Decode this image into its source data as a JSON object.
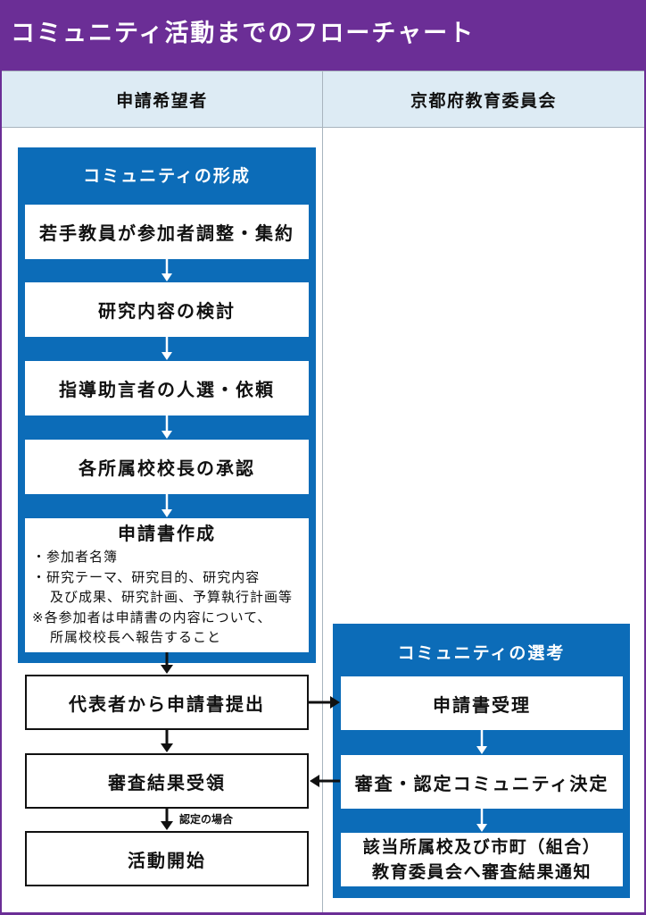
{
  "header": {
    "title": "コミュニティ活動までのフローチャート"
  },
  "columns": {
    "left": "申請希望者",
    "right": "京都府教育委員会"
  },
  "formation": {
    "title": "コミュニティの形成",
    "steps": [
      "若手教員が参加者調整・集約",
      "研究内容の検討",
      "指導助言者の人選・依頼",
      "各所属校校長の承認"
    ],
    "application": {
      "title": "申請書作成",
      "lines": [
        "・参加者名簿",
        "・研究テーマ、研究目的、研究内容",
        "及び成果、研究計画、予算執行計画等",
        "※各参加者は申請書の内容について、",
        "所属校校長へ報告すること"
      ]
    }
  },
  "applicant": {
    "submit": "代表者から申請書提出",
    "receive": "審査結果受領",
    "start": "活動開始",
    "condition": "認定の場合"
  },
  "selection": {
    "title": "コミュニティの選考",
    "steps": [
      "申請書受理",
      "審査・認定コミュニティ決定"
    ],
    "notify_lines": [
      "該当所属校及び市町（組合）",
      "教育委員会へ審査結果通知"
    ]
  },
  "colors": {
    "header": "#6B2E96",
    "frame": "#6B2E96",
    "column_header": "#DDEBF4",
    "group": "#0C6CB8",
    "rule": "#A8B4BE"
  }
}
